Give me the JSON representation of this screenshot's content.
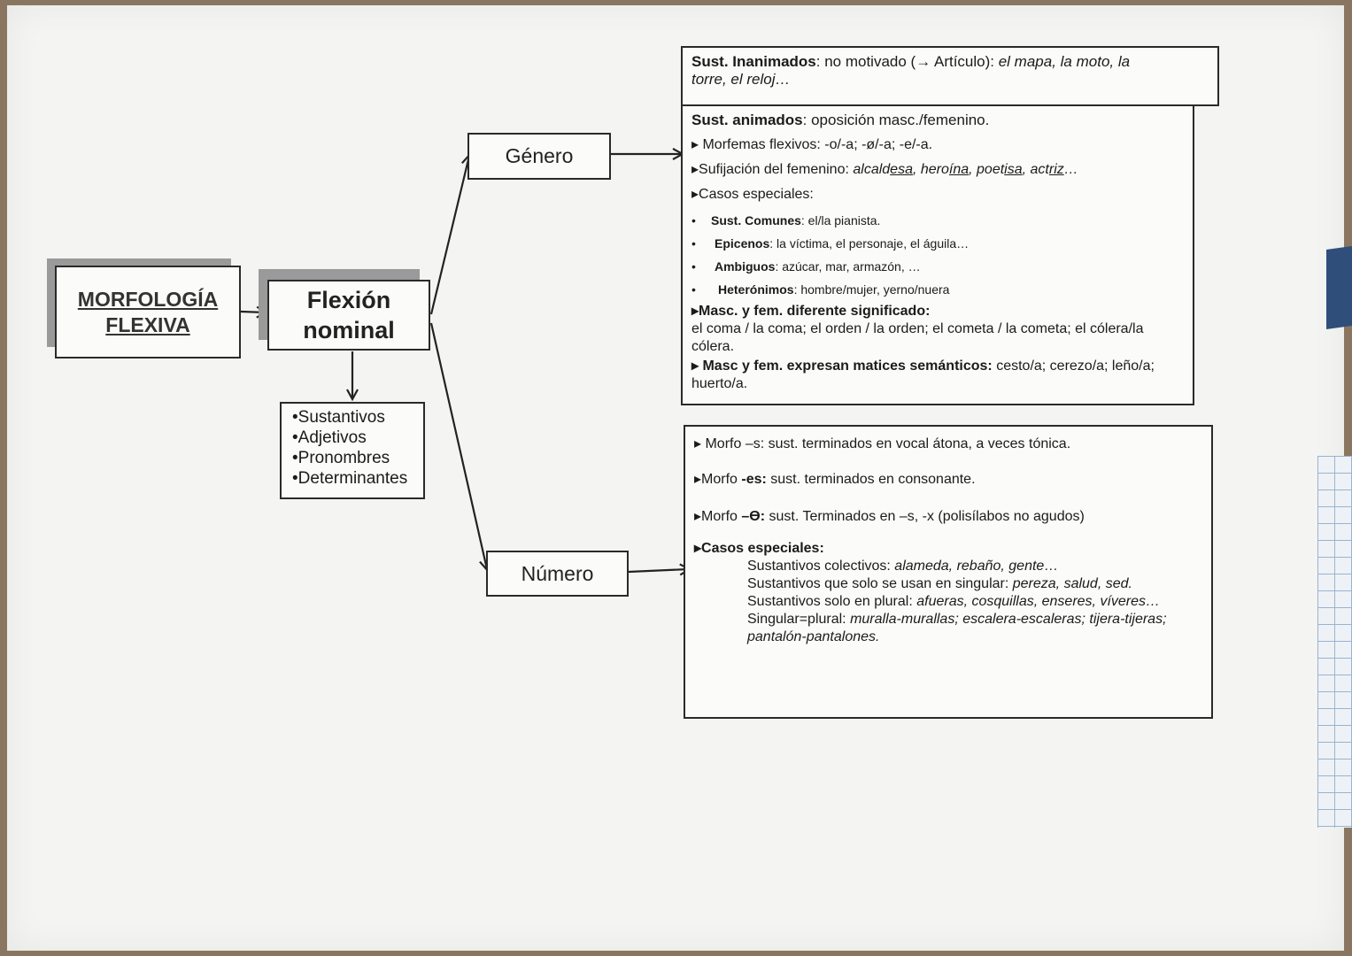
{
  "root": {
    "line1": "MORFOLOGÍA",
    "line2": "FLEXIVA"
  },
  "flexion": {
    "line1": "Flexión",
    "line2": "nominal"
  },
  "categories": [
    "•Sustantivos",
    "•Adjetivos",
    "•Pronombres",
    "•Determinantes"
  ],
  "genero": {
    "label": "Género",
    "inanimados": {
      "label": "Sust. Inanimados",
      "text": ": no motivado (→ Artículo): ",
      "examples_1": "el mapa, la moto, la",
      "examples_2": "torre, el reloj…"
    },
    "animados": {
      "label": "Sust. animados",
      "text": ": oposición masc./femenino.",
      "morfemas": "▸ Morfemas flexivos: -o/-a; -ø/-a; -e/-a.",
      "sufijacion_label": "▸Sufijación del femenino: ",
      "sufijacion_examples": [
        {
          "stem": "alcald",
          "suffix": "esa",
          "sep": ", "
        },
        {
          "stem": "hero",
          "suffix": "ína",
          "sep": ", "
        },
        {
          "stem": "poet",
          "suffix": "isa",
          "sep": ", "
        },
        {
          "stem": "act",
          "suffix": "riz",
          "sep": "…"
        }
      ],
      "casos_label": "▸Casos especiales:",
      "casos": [
        {
          "bullet": "•",
          "label": "Sust. Comunes",
          "text": ": el/la pianista."
        },
        {
          "bullet": "•",
          "label": "Epicenos",
          "text": ": la víctima, el personaje, el águila…"
        },
        {
          "bullet": "•",
          "label": "Ambiguos",
          "text": ": azúcar, mar, armazón, …"
        },
        {
          "bullet": "•",
          "label": "Heterónimos",
          "text": ": hombre/mujer, yerno/nuera"
        }
      ],
      "diferente_label": "▸Masc. y fem. diferente significado:",
      "diferente_text": "el coma / la coma; el orden / la orden; el cometa / la cometa; el cólera/la cólera.",
      "matices_label": "▸ Masc y fem. expresan matices semánticos:",
      "matices_text": " cesto/a; cerezo/a; leño/a; huerto/a."
    }
  },
  "numero": {
    "label": "Número",
    "morfo_s": {
      "label": "▸ Morfo –s:",
      "text": " sust. terminados en vocal átona, a veces tónica."
    },
    "morfo_es": {
      "label": "▸Morfo ",
      "bold": "-es:",
      "text": " sust. terminados en consonante."
    },
    "morfo_cero": {
      "label": "▸Morfo ",
      "bold": "–Ө:",
      "text": " sust. Terminados en –s, -x (polisílabos no agudos)"
    },
    "casos_label": "▸Casos especiales:",
    "casos": [
      {
        "text": "Sustantivos colectivos: ",
        "examples": "alameda, rebaño, gente…"
      },
      {
        "text": "Sustantivos que solo se usan en singular: ",
        "examples": "pereza, salud, sed."
      },
      {
        "text": "Sustantivos solo en plural: ",
        "examples": "afueras, cosquillas, enseres, víveres…"
      },
      {
        "text": "Singular=plural: ",
        "examples": "muralla-murallas; escalera-escaleras; tijera-tijeras; pantalón-pantalones."
      }
    ]
  }
}
